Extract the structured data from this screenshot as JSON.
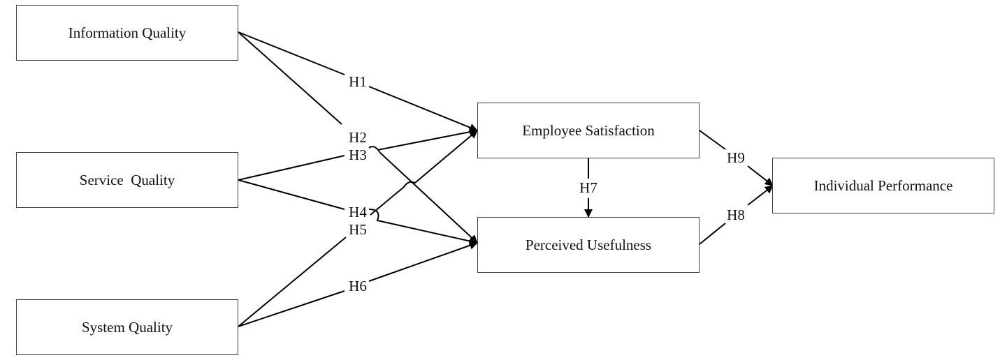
{
  "nodes": {
    "information_quality": "Information Quality",
    "service_quality": "Service  Quality",
    "system_quality": "System Quality",
    "employee_satisfaction": "Employee Satisfaction",
    "perceived_usefulness": "Perceived Usefulness",
    "individual_performance": "Individual Performance"
  },
  "hypotheses": {
    "h1": "H1",
    "h2": "H2",
    "h3": "H3",
    "h4": "H4",
    "h5": "H5",
    "h6": "H6",
    "h7": "H7",
    "h8": "H8",
    "h9": "H9"
  },
  "paths": [
    {
      "id": "h1",
      "from": "information_quality",
      "to": "employee_satisfaction"
    },
    {
      "id": "h2",
      "from": "information_quality",
      "to": "perceived_usefulness"
    },
    {
      "id": "h3",
      "from": "service_quality",
      "to": "employee_satisfaction"
    },
    {
      "id": "h4",
      "from": "service_quality",
      "to": "perceived_usefulness"
    },
    {
      "id": "h5",
      "from": "system_quality",
      "to": "employee_satisfaction"
    },
    {
      "id": "h6",
      "from": "system_quality",
      "to": "perceived_usefulness"
    },
    {
      "id": "h7",
      "from": "employee_satisfaction",
      "to": "perceived_usefulness"
    },
    {
      "id": "h8",
      "from": "perceived_usefulness",
      "to": "individual_performance"
    },
    {
      "id": "h9",
      "from": "employee_satisfaction",
      "to": "individual_performance"
    }
  ],
  "colors": {
    "line": "#000000",
    "box_border": "#404040",
    "text": "#111111"
  }
}
